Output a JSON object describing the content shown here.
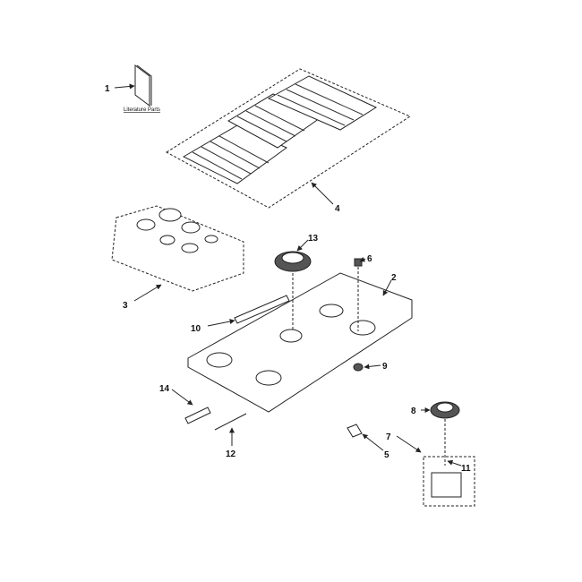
{
  "literature_caption": "Literature Parts",
  "callouts": [
    {
      "label": "1"
    },
    {
      "label": "4"
    },
    {
      "label": "13"
    },
    {
      "label": "6"
    },
    {
      "label": "2"
    },
    {
      "label": "3"
    },
    {
      "label": "10"
    },
    {
      "label": "9"
    },
    {
      "label": "14"
    },
    {
      "label": "8"
    },
    {
      "label": "7"
    },
    {
      "label": "11"
    },
    {
      "label": "5"
    },
    {
      "label": "12"
    }
  ]
}
